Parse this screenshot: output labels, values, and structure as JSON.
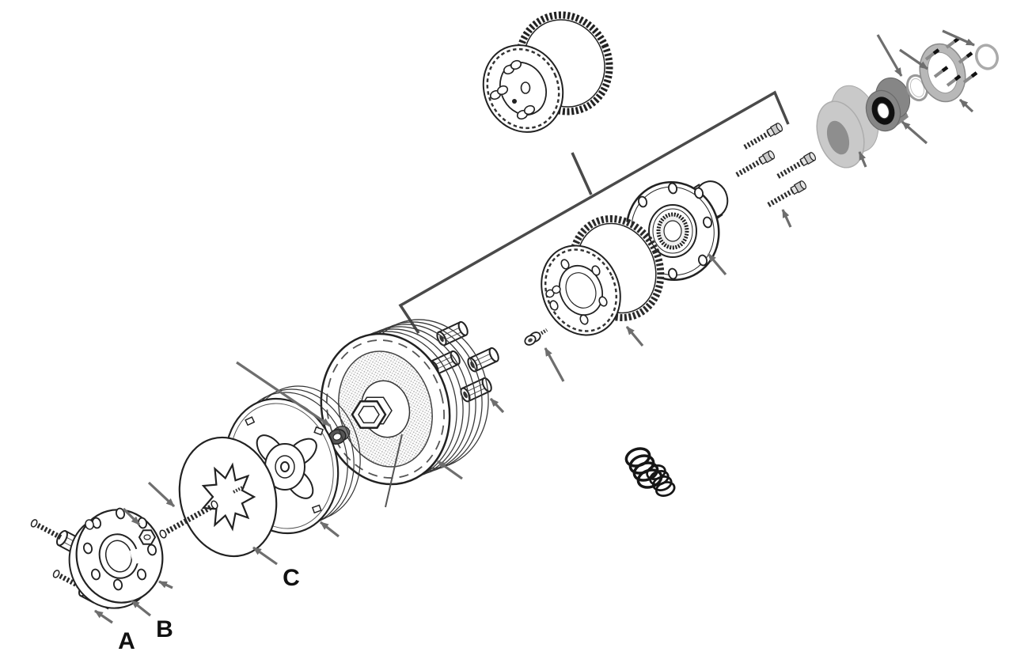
{
  "figure": {
    "type": "exploded-parts-diagram",
    "subject": "clutch-assembly"
  },
  "labels": {
    "a": "A",
    "b": "B",
    "c": "C"
  },
  "colors": {
    "line": "#222222",
    "arrow": "#6e6e6e",
    "label": "#111111",
    "spacer_gray": "#c9c9c9",
    "spacer_hole": "#8e8e8e",
    "bearing_gray": "#868686",
    "bearing_inner": "#0f0f0f",
    "retainer_gray": "#b8b8b8",
    "background": "#ffffff"
  },
  "parts": [
    {
      "id": "top-drive-gear",
      "name": "clutch drive gear (top)"
    },
    {
      "id": "grouping-bracket",
      "name": "assembly grouping bracket"
    },
    {
      "id": "bearing-spacer-ring",
      "name": "bearing spacer ring"
    },
    {
      "id": "clutch-bearing",
      "name": "clutch bearing"
    },
    {
      "id": "bearing-snap-ring",
      "name": "snap ring"
    },
    {
      "id": "bearing-retainer-plate",
      "name": "bearing retainer plate with studs"
    },
    {
      "id": "outer-snap-ring",
      "name": "outer retaining ring"
    },
    {
      "id": "hub-bolts",
      "name": "hub bolts"
    },
    {
      "id": "sprocket-flange-hub",
      "name": "splined flange hub"
    },
    {
      "id": "clutch-shell-gear",
      "name": "clutch shell gear"
    },
    {
      "id": "adjuster-screw",
      "name": "small adjuster screw"
    },
    {
      "id": "hex-standoffs",
      "name": "hex standoff spacers"
    },
    {
      "id": "clutch-springs",
      "name": "coil springs"
    },
    {
      "id": "clutch-plate-pack",
      "name": "clutch plate pack with hex nut"
    },
    {
      "id": "lock-washer",
      "name": "lock washer"
    },
    {
      "id": "pressure-plate",
      "name": "pressure plate with spring retainer"
    },
    {
      "id": "splined-clutch-disc",
      "name": "splined clutch disc"
    },
    {
      "id": "threaded-adjuster-rod",
      "name": "threaded adjuster rod"
    },
    {
      "id": "release-plate",
      "name": "release plate with bolt assemblies"
    }
  ]
}
